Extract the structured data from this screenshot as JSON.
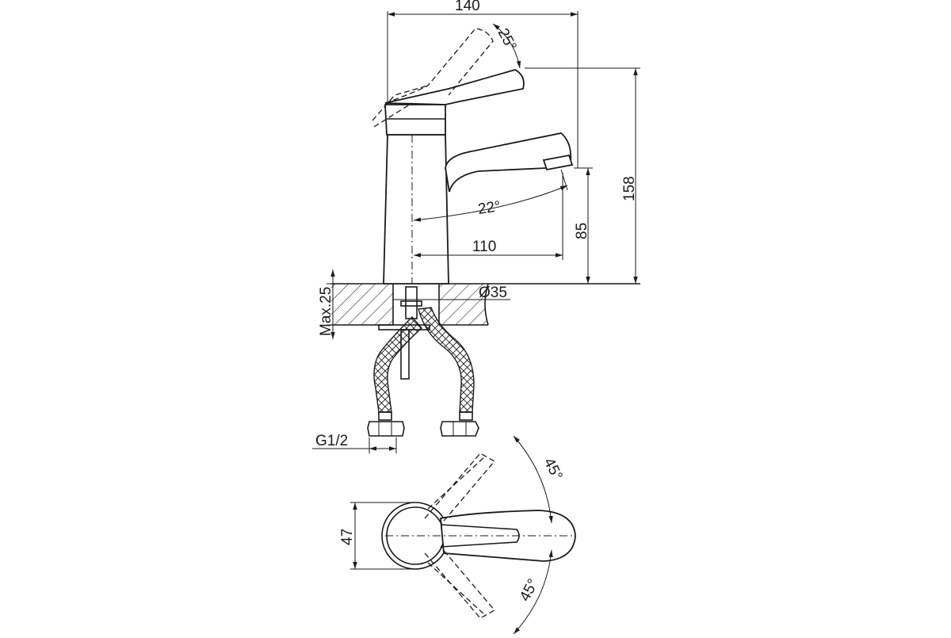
{
  "dimensions": {
    "width_top": "140",
    "handle_angle": "25°",
    "height_total": "158",
    "spout_angle": "22°",
    "spout_height": "85",
    "spout_reach": "110",
    "deck_thickness": "Max.25",
    "hole_diameter": "Ø35",
    "thread": "G1/2",
    "handle_rotation_up": "45°",
    "handle_rotation_down": "45°",
    "base_width": "47"
  }
}
